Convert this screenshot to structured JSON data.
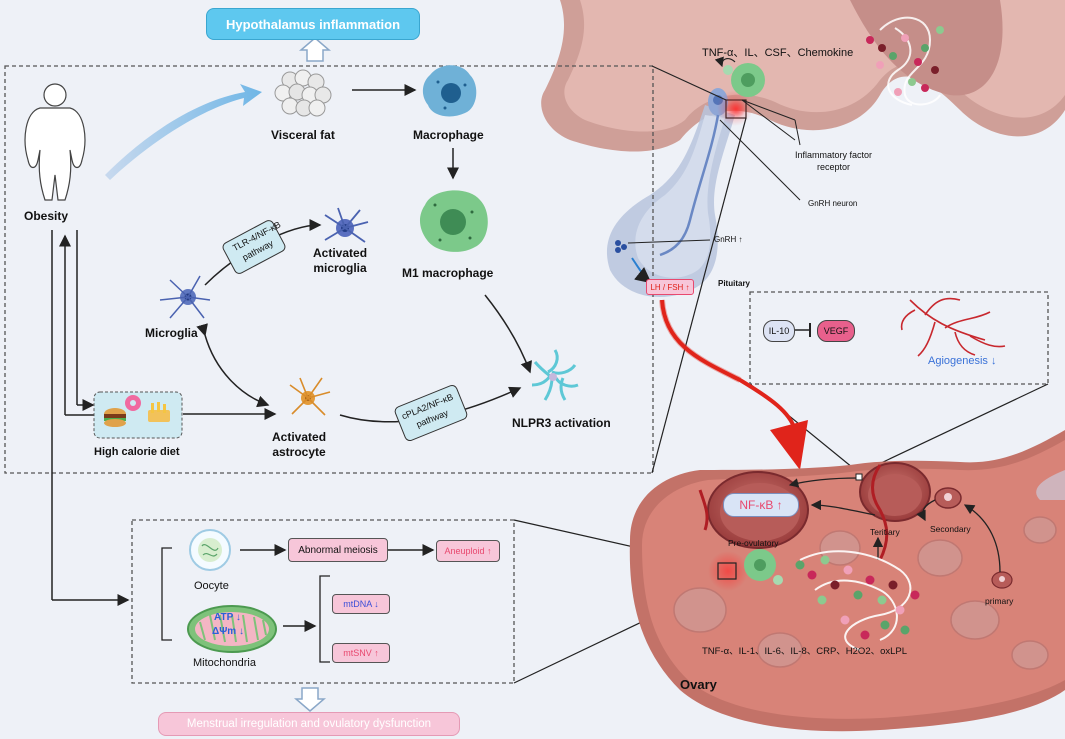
{
  "header": {
    "hypothalamus_inflammation": "Hypothalamus inflammation"
  },
  "hypothalamus_panel": {
    "obesity": "Obesity",
    "visceral_fat": "Visceral fat",
    "macrophage": "Macrophage",
    "m1_macrophage": "M1 macrophage",
    "tlr4_pathway": "TLR-4/NF-κB",
    "tlr4_pathway_sub": "pathway",
    "activated_microglia_1": "Activated",
    "activated_microglia_2": "microglia",
    "microglia": "Microglia",
    "activated_astrocyte_1": "Activated",
    "activated_astrocyte_2": "astrocyte",
    "cpla2_pathway": "cPLA2/NF-κB",
    "cpla2_pathway_sub": "pathway",
    "nlrp3_activation": "NLPR3 activation",
    "high_calorie_diet": "High calorie diet"
  },
  "brain": {
    "cytokines": "TNF-α、IL、CSF、Chemokine",
    "inflammatory_receptor_1": "Inflammatory factor",
    "inflammatory_receptor_2": "receptor",
    "gnrh_neuron": "GnRH neuron",
    "gnrh": "GnRH ↑",
    "lh_fsh": "LH / FSH ↑",
    "pituitary": "Pituitary"
  },
  "vegf_panel": {
    "il10": "IL-10",
    "vegf": "VEGF",
    "angiogenesis": "Agiogenesis ↓"
  },
  "ovary": {
    "nfkb": "NF-κB ↑",
    "pre_ovulatory": "Pre-ovulatory",
    "teritiary": "Teritiary",
    "secondary": "Secondary",
    "primary": "primary",
    "cytokines": "TNF-α、IL-1、IL-6、IL-8、CRP、H2O2、oxLPL",
    "label": "Ovary"
  },
  "oocyte_panel": {
    "oocyte": "Oocyte",
    "abnormal_meiosis": "Abnormal meiosis",
    "aneuploid": "Aneuploid ↑",
    "mitochondria": "Mitochondria",
    "atp": "ATP ↓",
    "membrane_potential": "ΔΨm ↓",
    "mtdna": "mtDNA ↓",
    "mtsnv": "mtSNV ↑"
  },
  "footer": {
    "outcome": "Menstrual irregulation and ovulatory dysfunction"
  },
  "colors": {
    "cyan_banner": "#5ec8ef",
    "pink_box": "#f7c6d9",
    "pink_text": "#e8496f",
    "ovary_tissue": "#d88378",
    "brain_tissue": "#c99a93",
    "green_cell": "#7cc98a",
    "light_blue_box": "#cfeaf2"
  }
}
